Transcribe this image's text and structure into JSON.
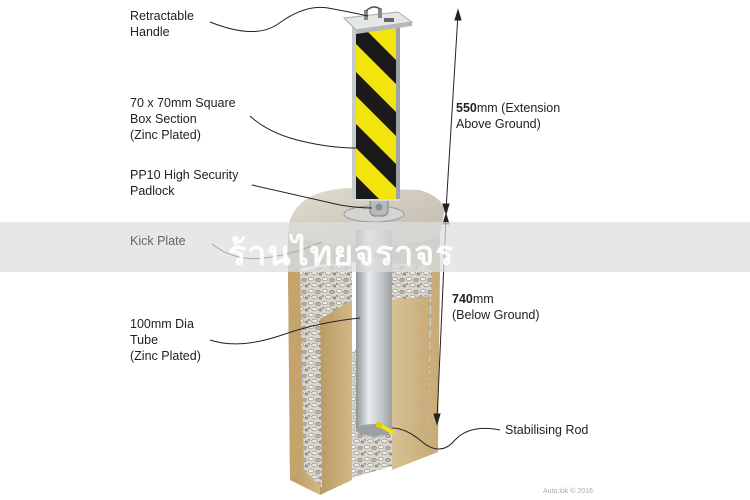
{
  "labels": {
    "handle": [
      "Retractable",
      "Handle"
    ],
    "box_section": [
      "70 x 70mm Square",
      "Box Section",
      "(Zinc Plated)"
    ],
    "padlock": [
      "PP10 High Security",
      "Padlock"
    ],
    "kick_plate": "Kick Plate",
    "tube": [
      "100mm Dia",
      "Tube",
      "(Zinc Plated)"
    ],
    "stabilising_rod": "Stabilising Rod"
  },
  "measurements": {
    "extension": {
      "value": "550",
      "unit_line1": "mm (Extension",
      "line2": "Above Ground)"
    },
    "below": {
      "value": "740",
      "unit_line1": "mm",
      "line2": "(Below Ground)"
    }
  },
  "watermark": "ร้านไทยจราจร",
  "copyright": "Auto.lok © 2016",
  "colors": {
    "stripe_yellow": "#f2e40c",
    "stripe_black": "#1a1a1a",
    "concrete": "#cfc9bd",
    "soil": "#c9ac77",
    "tube": "#bfc4c6",
    "watermark_band": "#dedede"
  }
}
